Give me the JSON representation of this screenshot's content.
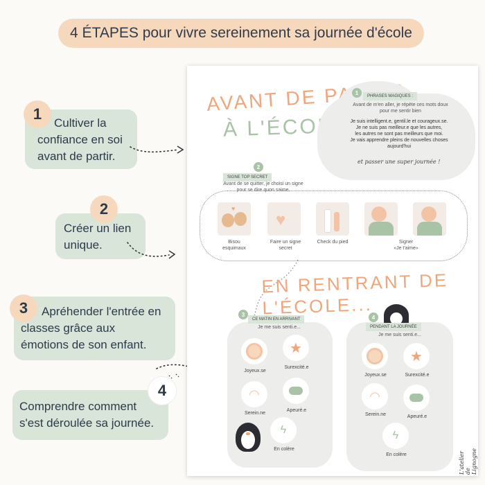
{
  "header": {
    "title": "4 ÉTAPES pour vivre sereinement sa journée d'école"
  },
  "steps": [
    {
      "number": "1",
      "text_lines": [
        "Cultiver la",
        "confiance en soi",
        "avant de partir."
      ]
    },
    {
      "number": "2",
      "text_lines": [
        "Créer un lien",
        "unique."
      ]
    },
    {
      "number": "3",
      "text_lines": [
        "Apréhender l'entrée en",
        "classes  grâce aux",
        "émotions de son enfant."
      ]
    },
    {
      "number": "4",
      "text_lines": [
        "Comprendre comment",
        "s'est déroulée sa journée."
      ]
    }
  ],
  "poster": {
    "title_top_lines": [
      "AVANT DE PARTIR",
      "À L'ÉCOLE..."
    ],
    "phrases": {
      "number": "1",
      "heading": "PHRASES MAGIQUES :",
      "subheading_lines": [
        "Avant de m'en aller, je répète ces mots doux",
        "pour me sentir bien"
      ],
      "body_lines": [
        "Je suis intelligent.e, gentil.le et courageux.se.",
        "Je ne suis pas meilleur.e que les autres,",
        "les autres ne sont pas meilleurs que moi.",
        "Je vais apprendre pleins de nouvelles choses",
        "aujourd'hui"
      ],
      "signoff": "et passer une super journée !"
    },
    "signe": {
      "number": "2",
      "heading": "SIGNE TOP SECRET",
      "subheading_lines": [
        "Avant de se quitter, je choisi un signe",
        "pour se dire quon saime."
      ],
      "items": [
        {
          "label_lines": [
            "Bisou",
            "esquimaux"
          ]
        },
        {
          "label_lines": [
            "Faire un signe",
            "secret"
          ]
        },
        {
          "label_lines": [
            "Check du pied"
          ]
        },
        {
          "label_lines": [
            "Signer",
            "«Je t'aime»"
          ]
        }
      ]
    },
    "title_bottom": "EN RENTRANT DE L'ÉCOLE...",
    "matin": {
      "number": "3",
      "heading": "CE MATIN EN ARRIVANT",
      "subheading": "Je me suis senti.e...",
      "emotions": [
        "Joyeux.se",
        "Surexcité.e",
        "Serein.ne",
        "Apeuré.e",
        "En colère"
      ]
    },
    "journee": {
      "number": "4",
      "heading": "PENDANT LA JOURNÉE",
      "subheading": "Je me suis senti.e...",
      "emotions": [
        "Joyeux.se",
        "Surexcité.e",
        "Serein.ne",
        "Apeuré.e",
        "En colère"
      ]
    },
    "brand_lines": [
      "L'atelier",
      "de Lignogne"
    ]
  },
  "colors": {
    "pill": "#f6d8bd",
    "step_bg": "#d9e5d8",
    "title_orange": "#f0a57a",
    "title_green": "#a9c3a6",
    "title_peach": "#f3c3a6"
  }
}
